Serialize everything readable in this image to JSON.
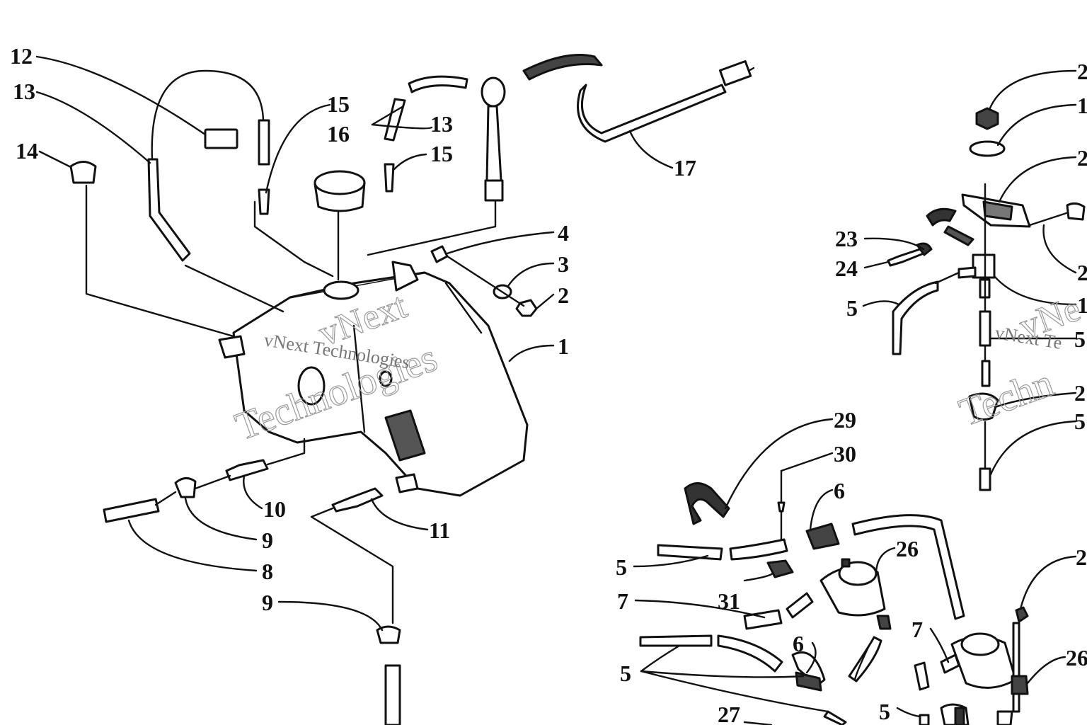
{
  "watermark": {
    "brand": "vNext",
    "word": "Technologies",
    "combined": "vNext Technologies",
    "partial_brand": "vNe",
    "partial_word": "Techn",
    "partial_combined": "vNext Te"
  },
  "callouts": {
    "c12": "12",
    "c13a": "13",
    "c14": "14",
    "c15a": "15",
    "c16": "16",
    "c13b": "13",
    "c15b": "15",
    "c17": "17",
    "c4": "4",
    "c3": "3",
    "c2": "2",
    "c1": "1",
    "c10": "10",
    "c11": "11",
    "c9a": "9",
    "c8": "8",
    "c9b": "9",
    "r2a": "2",
    "r1a": "1",
    "r2b": "2",
    "r23": "23",
    "r24": "24",
    "r2c": "2",
    "r5a": "5",
    "r1b": "1",
    "r5b": "5",
    "r2d": "2",
    "r5c": "5",
    "c29": "29",
    "c30": "30",
    "c6a": "6",
    "c26a": "26",
    "c5a": "5",
    "c31": "31",
    "c7a": "7",
    "c6b": "6",
    "c5b": "5",
    "c7b": "7",
    "c2e": "2",
    "c26b": "26",
    "c5c": "5",
    "c27": "27"
  }
}
